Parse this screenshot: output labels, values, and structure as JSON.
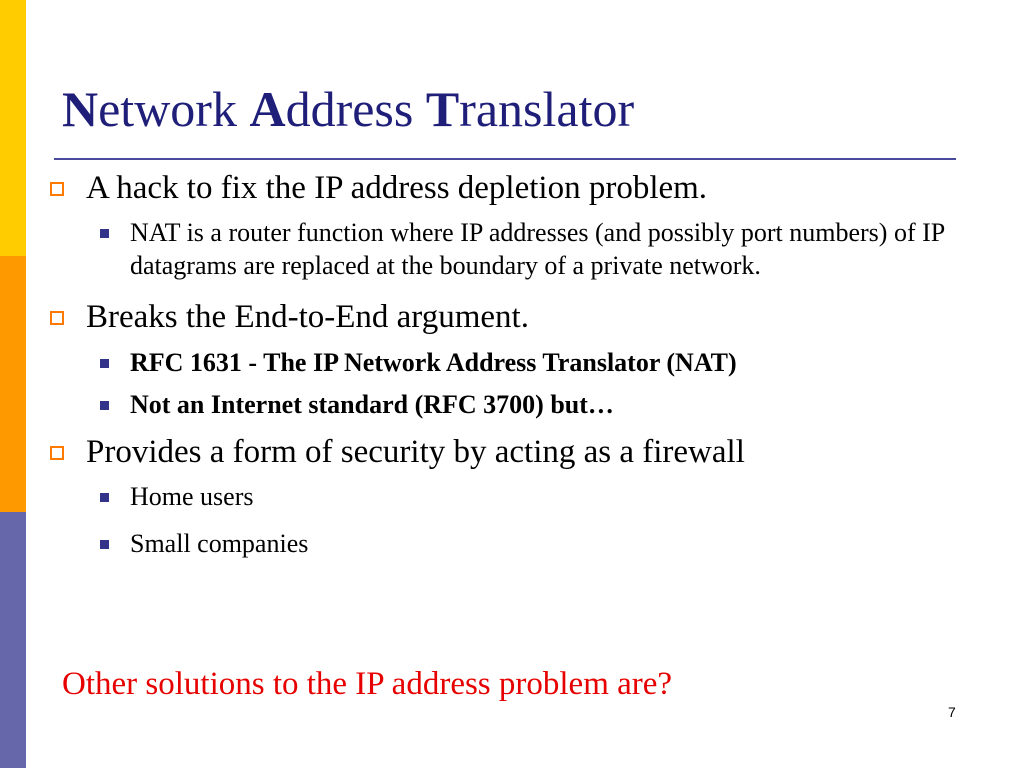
{
  "colors": {
    "stripe_top": "#ffcc00",
    "stripe_mid": "#ff9900",
    "stripe_bottom": "#6666aa",
    "title": "#1f1f7a",
    "rule": "#4a4a9c",
    "bullet_box": "#ff7a00",
    "sub_bullet": "#33338a",
    "question": "#e60000"
  },
  "slide": {
    "title": {
      "w1_cap": "N",
      "w1_rest": "etwork ",
      "w2_cap": "A",
      "w2_rest": "ddress ",
      "w3_cap": "T",
      "w3_rest": "ranslator"
    },
    "bullets": [
      {
        "text": "A hack to fix the IP address depletion problem.",
        "subs": [
          "NAT is a router function where IP addresses (and possibly port numbers) of IP datagrams are replaced at the boundary of a private network."
        ]
      },
      {
        "text": "Breaks the End-to-End argument.",
        "subs": [
          "RFC 1631 - The IP Network Address Translator (NAT)",
          "Not an Internet standard (RFC 3700) but…"
        ]
      },
      {
        "text": "Provides a form of security by acting as a firewall",
        "subs": [
          "Home users",
          "Small companies"
        ]
      }
    ],
    "question": "Other solutions to the IP address problem are?",
    "page_number": "7"
  }
}
